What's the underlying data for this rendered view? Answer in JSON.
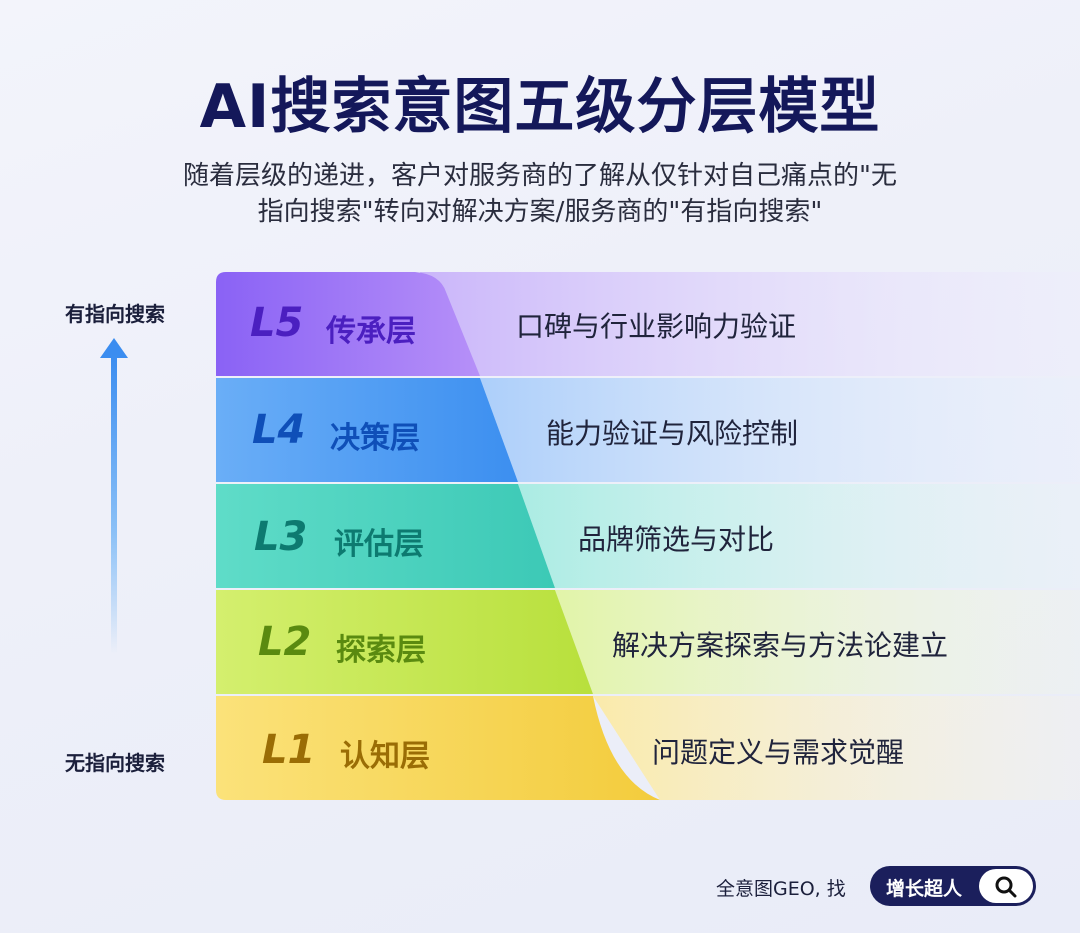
{
  "title": "AI搜索意图五级分层模型",
  "subtitle_line1": "随着层级的递进，客户对服务商的了解从仅针对自己痛点的\"无",
  "subtitle_line2": "指向搜索\"转向对解决方案/服务商的\"有指向搜索\"",
  "axis": {
    "top_label": "有指向搜索",
    "bottom_label": "无指向搜索"
  },
  "layers": [
    {
      "code": "L5",
      "name": "传承层",
      "desc": "口碑与行业影响力验证",
      "color": "#7b55f0",
      "text_color": "#4b1fc0"
    },
    {
      "code": "L4",
      "name": "决策层",
      "desc": "能力验证与风险控制",
      "color": "#4a9cf5",
      "text_color": "#0f4fb8"
    },
    {
      "code": "L3",
      "name": "评估层",
      "desc": "品牌筛选与对比",
      "color": "#45d1c0",
      "text_color": "#0d7a70"
    },
    {
      "code": "L2",
      "name": "探索层",
      "desc": "解决方案探索与方法论建立",
      "color": "#bde44a",
      "text_color": "#5a8a10"
    },
    {
      "code": "L1",
      "name": "认知层",
      "desc": "问题定义与需求觉醒",
      "color": "#f7d85a",
      "text_color": "#9a6d05"
    }
  ],
  "footer": {
    "text": "全意图GEO, 找",
    "badge": "增长超人",
    "search_icon": "search-icon"
  }
}
